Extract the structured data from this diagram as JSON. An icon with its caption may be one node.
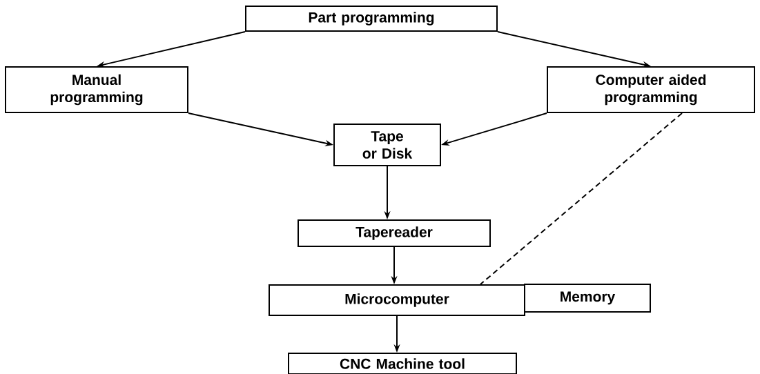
{
  "diagram": {
    "nodes": [
      {
        "text": [
          "Part programming"
        ]
      },
      {
        "text": [
          "Manual programming"
        ]
      },
      {
        "text": [
          "Computer aided programming"
        ]
      },
      {
        "text": [
          "Tape or Disk"
        ]
      },
      {
        "text": [
          "Tapereader"
        ]
      },
      {
        "text": [
          "Microcomputer"
        ]
      },
      {
        "text": [
          "Memory"
        ]
      },
      {
        "text": [
          "CNC Machine tool"
        ]
      }
    ],
    "edges": [
      {
        "from": 0,
        "to": 1,
        "arrow": "to"
      },
      {
        "from": 0,
        "to": 2,
        "arrow": "to"
      },
      {
        "from": 1,
        "to": 3,
        "arrow": "to"
      },
      {
        "from": 2,
        "to": 3,
        "arrow": "to"
      },
      {
        "from": 3,
        "to": 4,
        "arrow": "to"
      },
      {
        "from": 4,
        "to": 5,
        "arrow": "to"
      },
      {
        "from": 5,
        "to": 7,
        "arrow": "to"
      },
      {
        "from": 2,
        "to": 5,
        "arrow": "none",
        "style": "dashed"
      }
    ]
  }
}
